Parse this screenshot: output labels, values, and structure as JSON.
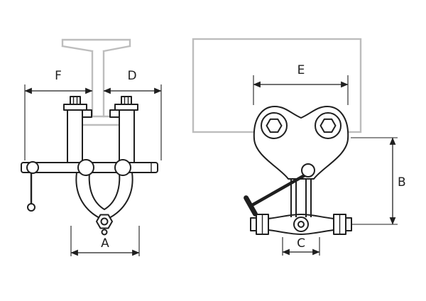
{
  "colors": {
    "line": "#1f1f1f",
    "beam": "#bdbdbd",
    "background": "#ffffff"
  },
  "labels": {
    "A": "A",
    "B": "B",
    "C": "C",
    "D": "D",
    "E": "E",
    "F": "F"
  }
}
